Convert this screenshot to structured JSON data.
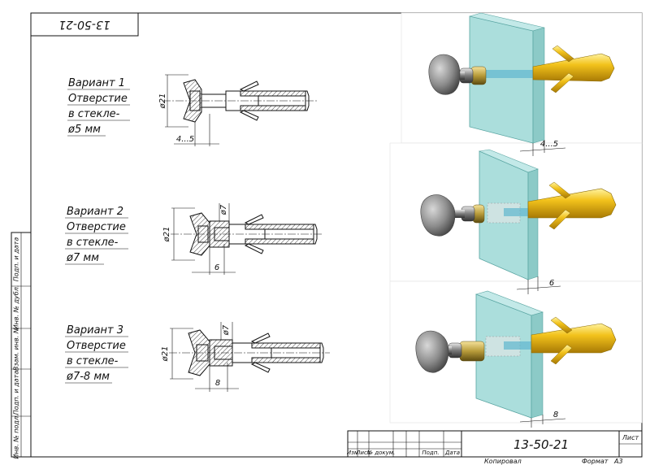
{
  "stamp_rotated": "13-50-21",
  "variants": [
    {
      "title": "Вариант 1",
      "line1": "Отверстие",
      "line2": "в стекле-",
      "line3": "ø5 мм",
      "dia": "ø21",
      "hole": "",
      "dim": "4...5"
    },
    {
      "title": "Вариант 2",
      "line1": "Отверстие",
      "line2": "в стекле-",
      "line3": "ø7 мм",
      "dia": "ø21",
      "hole": "ø7",
      "dim": "6"
    },
    {
      "title": "Вариант 3",
      "line1": "Отверстие",
      "line2": "в стекле-",
      "line3": "ø7-8 мм",
      "dia": "ø21",
      "hole": "ø7",
      "dim": "8"
    }
  ],
  "render_dims": [
    "4...5",
    "6",
    "8"
  ],
  "side_labels": [
    "Подп. и дата",
    "Инв. № дубл.",
    "Взам. инв. №",
    "Подп. и дата",
    "Инв. № подл."
  ],
  "title_block": {
    "designation": "13-50-21",
    "sheet": "Лист",
    "cols": [
      "Изм",
      "Лист",
      "№ докум.",
      "Подп.",
      "Дата"
    ],
    "copied": "Копировал",
    "format_label": "Формат",
    "format_value": "А3"
  },
  "colors": {
    "glass": "#8fd3d0",
    "anchor": "#f2c21b",
    "cap": "#8c8c8c"
  }
}
